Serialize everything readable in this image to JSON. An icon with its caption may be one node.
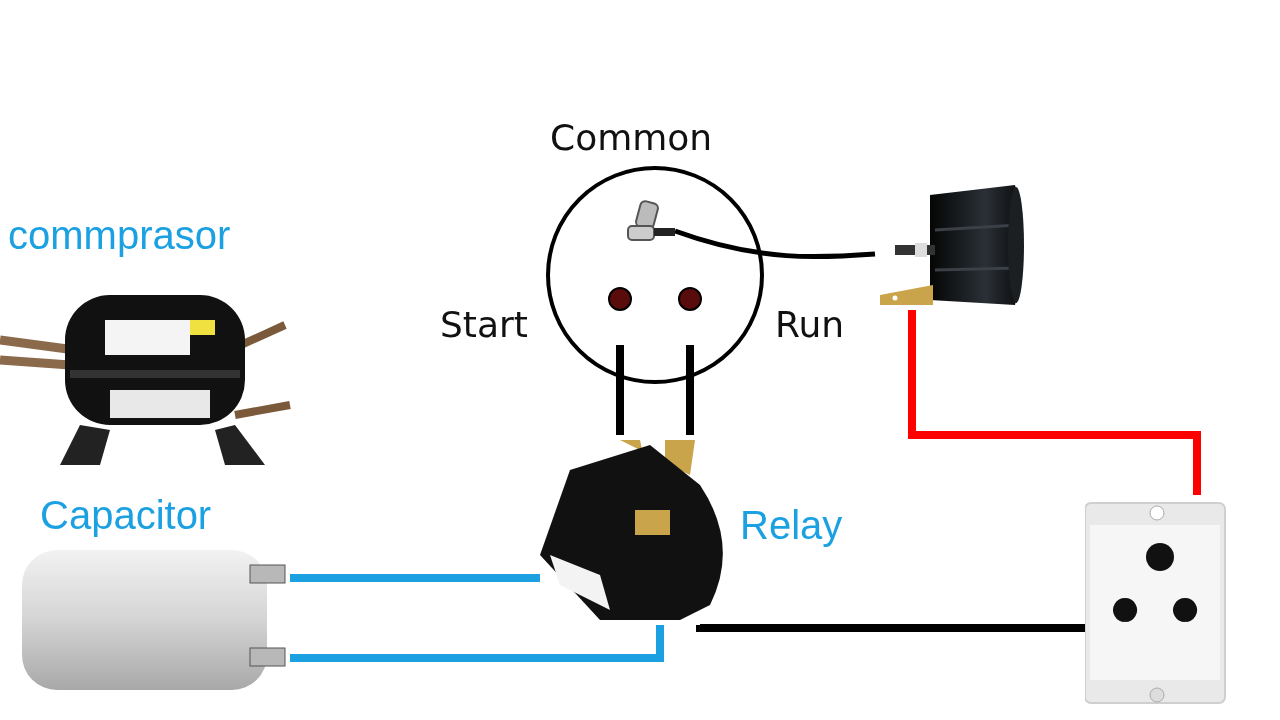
{
  "diagram": {
    "nodes": [
      {
        "text": [
          "commprasor"
        ]
      },
      {
        "text": [
          "Capacitor"
        ]
      },
      {
        "text": [
          "Common"
        ]
      },
      {
        "text": [],
        "shape": "picture",
        "in": 2
      },
      {
        "text": [
          "Start"
        ],
        "in": 2
      },
      {
        "text": [
          "Run"
        ],
        "in": 2
      },
      {
        "text": [],
        "shape": "picture"
      },
      {
        "text": [
          "Relay"
        ]
      },
      {
        "text": [],
        "shape": "picture"
      }
    ],
    "edges": [
      {
        "from": 3,
        "to": 6,
        "arrow": "none"
      },
      {
        "from": 6,
        "to": 8,
        "arrow": "none",
        "color": "#ff0000"
      },
      {
        "from": 4,
        "to": 7,
        "arrow": "none"
      },
      {
        "from": 5,
        "to": 7,
        "arrow": "none"
      },
      {
        "from": 1,
        "to": 7,
        "arrow": "none",
        "color": "#1ba1e2"
      },
      {
        "from": 1,
        "to": 7,
        "arrow": "none",
        "color": "#1ba1e2"
      },
      {
        "from": 7,
        "to": 8,
        "arrow": "none"
      }
    ]
  }
}
